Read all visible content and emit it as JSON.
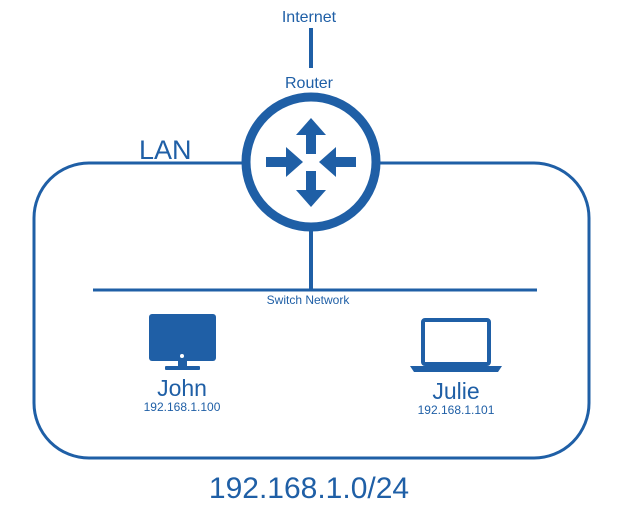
{
  "internet_label": "Internet",
  "router_label": "Router",
  "lan_label": "LAN",
  "switch_label": "Switch Network",
  "hosts": [
    {
      "name": "John",
      "ip": "192.168.1.100",
      "device": "desktop-monitor-icon"
    },
    {
      "name": "Julie",
      "ip": "192.168.1.101",
      "device": "laptop-icon"
    }
  ],
  "subnet_label": "192.168.1.0/24",
  "colors": {
    "primary": "#1f5fa6"
  }
}
